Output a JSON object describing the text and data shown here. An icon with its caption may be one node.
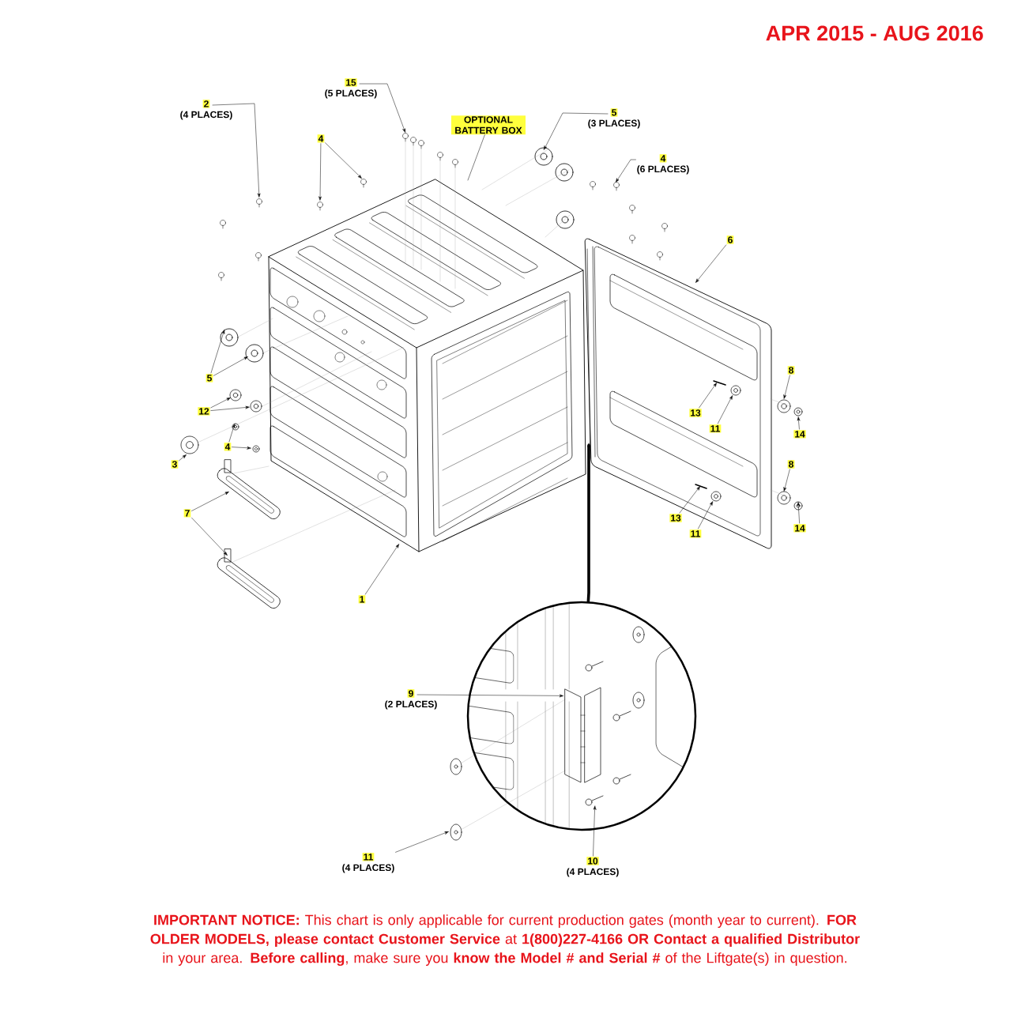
{
  "diagram": {
    "title": "APR 2015 - AUG 2016",
    "caption": "**IMPORTANT NOTICE:** This chart is only applicable for current production gates (month year to current). **FOR OLDER MODELS, please contact Customer Service** at **1(800)227-4166 OR Contact a qualified Distributor** in your area. **Before calling**, make sure you **know the Model # and Serial #** of the Liftgate(s) in question.",
    "nodes": [
      {
        "text": [
          "15",
          "(5 PLACES)"
        ]
      },
      {
        "text": [
          "2",
          "(4 PLACES)"
        ]
      },
      {
        "text": [
          "OPTIONAL BATTERY BOX"
        ]
      },
      {
        "text": [
          "5",
          "(3 PLACES)"
        ]
      },
      {
        "text": [
          "4"
        ]
      },
      {
        "text": [
          "4",
          "(6 PLACES)"
        ]
      },
      {
        "text": [
          "6"
        ]
      },
      {
        "text": [
          "8"
        ]
      },
      {
        "text": [
          "5"
        ]
      },
      {
        "text": [
          "12"
        ]
      },
      {
        "text": [
          "13"
        ]
      },
      {
        "text": [
          "11"
        ]
      },
      {
        "text": [
          "14"
        ]
      },
      {
        "text": [
          "4"
        ]
      },
      {
        "text": [
          "3"
        ]
      },
      {
        "text": [
          "8"
        ]
      },
      {
        "text": [
          "7"
        ]
      },
      {
        "text": [
          "13"
        ]
      },
      {
        "text": [
          "11"
        ]
      },
      {
        "text": [
          "14"
        ]
      },
      {
        "text": [
          "1"
        ]
      },
      {
        "text": [],
        "shape": "circle"
      },
      {
        "text": [
          "9",
          "(2 PLACES)"
        ]
      },
      {
        "text": [
          "11",
          "(4 PLACES)"
        ]
      },
      {
        "text": [
          "10",
          "(4 PLACES)"
        ]
      },
      {
        "text": [],
        "shape": "picture",
        "in": 21
      },
      {
        "text": [],
        "shape": "picture",
        "in": 21
      }
    ],
    "edges": [
      {
        "from": 0,
        "to": null,
        "arrow": "to"
      },
      {
        "from": 1,
        "to": null,
        "arrow": "to"
      },
      {
        "from": 2,
        "to": null,
        "arrow": "none"
      },
      {
        "from": 3,
        "to": null,
        "arrow": "to"
      },
      {
        "from": 4,
        "to": null,
        "arrow": "to"
      },
      {
        "from": 4,
        "to": null,
        "arrow": "to"
      },
      {
        "from": 5,
        "to": null,
        "arrow": "to"
      },
      {
        "from": 6,
        "to": null,
        "arrow": "to"
      },
      {
        "from": 7,
        "to": null,
        "arrow": "to"
      },
      {
        "from": 8,
        "to": null,
        "arrow": "to"
      },
      {
        "from": 8,
        "to": null,
        "arrow": "to"
      },
      {
        "from": 9,
        "to": null,
        "arrow": "to"
      },
      {
        "from": 9,
        "to": null,
        "arrow": "to"
      },
      {
        "from": 10,
        "to": null,
        "arrow": "to"
      },
      {
        "from": 11,
        "to": null,
        "arrow": "to"
      },
      {
        "from": 12,
        "to": null,
        "arrow": "to"
      },
      {
        "from": 13,
        "to": null,
        "arrow": "to"
      },
      {
        "from": 13,
        "to": null,
        "arrow": "to"
      },
      {
        "from": 14,
        "to": null,
        "arrow": "to"
      },
      {
        "from": 15,
        "to": null,
        "arrow": "to"
      },
      {
        "from": 16,
        "to": null,
        "arrow": "to"
      },
      {
        "from": 16,
        "to": null,
        "arrow": "to"
      },
      {
        "from": 17,
        "to": null,
        "arrow": "to"
      },
      {
        "from": 18,
        "to": null,
        "arrow": "to"
      },
      {
        "from": 19,
        "to": null,
        "arrow": "to"
      },
      {
        "from": 20,
        "to": null,
        "arrow": "to"
      },
      {
        "from": 21,
        "to": null,
        "arrow": "to",
        "style": "thick"
      },
      {
        "from": 22,
        "to": 25,
        "arrow": "to"
      },
      {
        "from": 23,
        "to": null,
        "arrow": "to"
      },
      {
        "from": 24,
        "to": 26,
        "arrow": "to"
      }
    ]
  }
}
